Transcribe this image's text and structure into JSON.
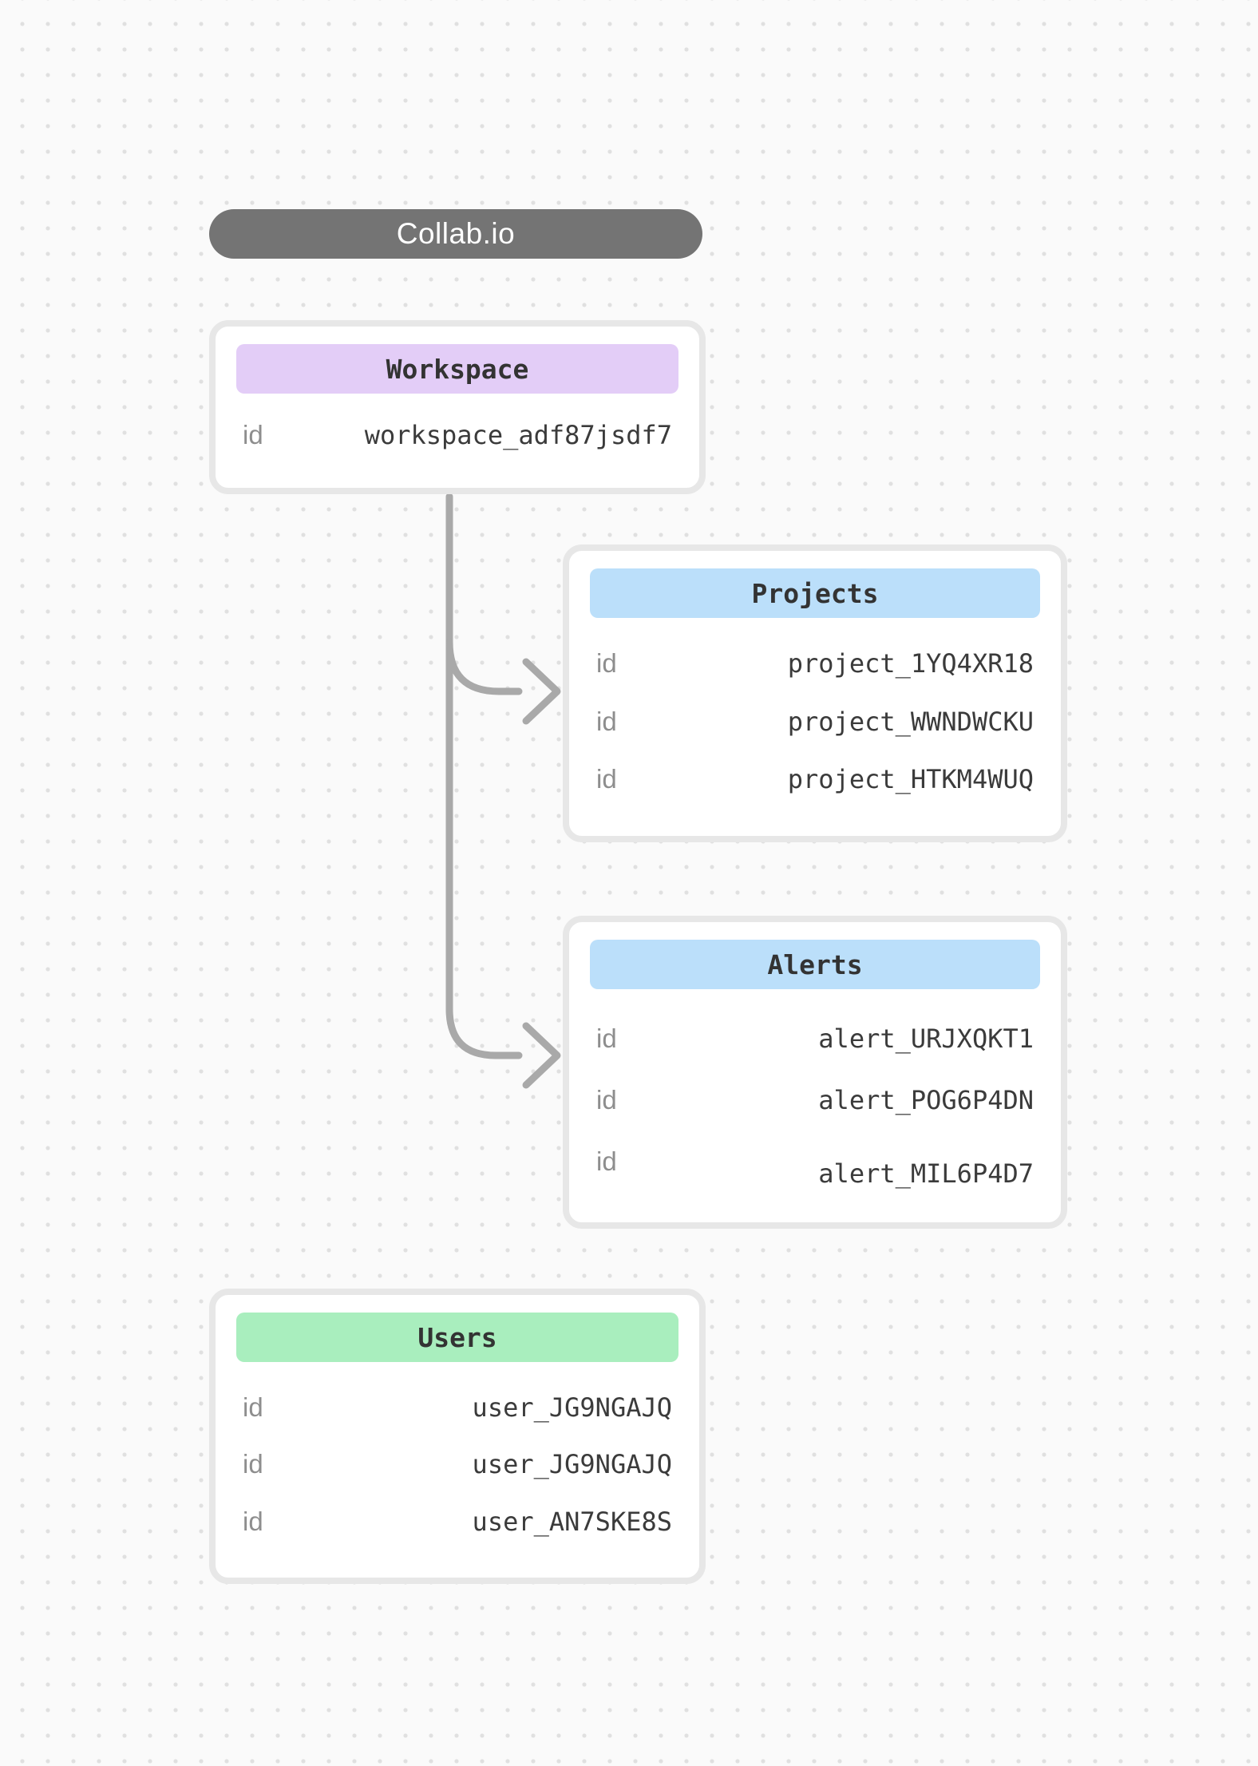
{
  "title_pill": {
    "label": "Collab.io"
  },
  "colors": {
    "pill_bg": "#747474",
    "connector": "#a9a9a9",
    "workspace_accent": "#e3cdf7",
    "projects_accent": "#bbdffa",
    "alerts_accent": "#bbdffa",
    "users_accent": "#a9eebe"
  },
  "cards": {
    "workspace": {
      "title": "Workspace",
      "rows": [
        {
          "label": "id",
          "value": "workspace_adf87jsdf7"
        }
      ]
    },
    "projects": {
      "title": "Projects",
      "rows": [
        {
          "label": "id",
          "value": "project_1YQ4XR18"
        },
        {
          "label": "id",
          "value": "project_WWNDWCKU"
        },
        {
          "label": "id",
          "value": "project_HTKM4WUQ"
        }
      ]
    },
    "alerts": {
      "title": "Alerts",
      "rows": [
        {
          "label": "id",
          "value": "alert_URJXQKT1"
        },
        {
          "label": "id",
          "value": "alert_POG6P4DN"
        },
        {
          "label": "id",
          "value": "alert_MIL6P4D7"
        }
      ]
    },
    "users": {
      "title": "Users",
      "rows": [
        {
          "label": "id",
          "value": "user_JG9NGAJQ"
        },
        {
          "label": "id",
          "value": "user_JG9NGAJQ"
        },
        {
          "label": "id",
          "value": "user_AN7SKE8S"
        }
      ]
    }
  }
}
